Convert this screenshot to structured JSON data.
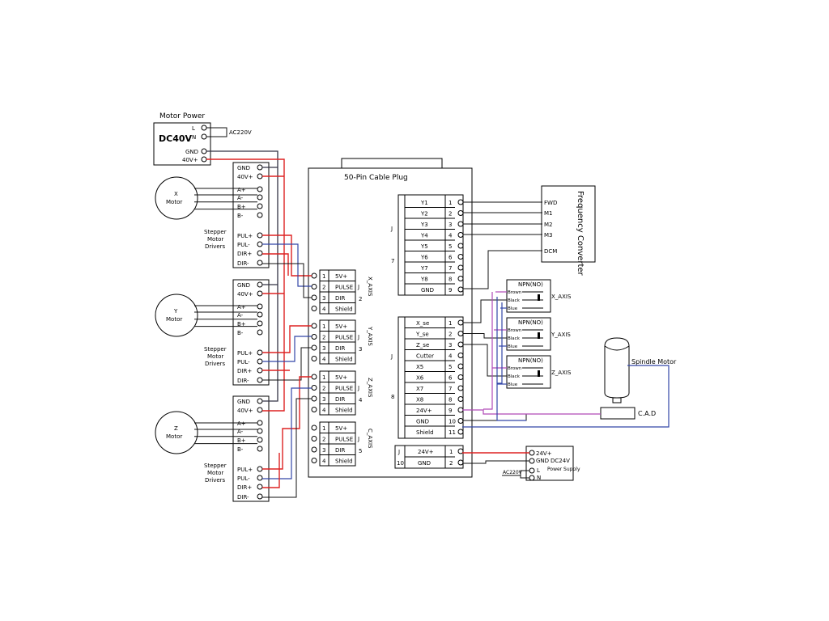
{
  "motor_power": {
    "title": "Motor Power",
    "supply": "DC40V",
    "terminals": [
      "L",
      "N",
      "GND",
      "40V+"
    ],
    "ac_label": "AC220V"
  },
  "drivers": [
    {
      "motor_line1": "X",
      "motor_line2": "Motor",
      "label_lines": [
        "Stepper",
        "Motor",
        "Drivers"
      ],
      "power_pins": [
        "GND",
        "40V+"
      ],
      "motor_pins": [
        "A+",
        "A-",
        "B+",
        "B-"
      ],
      "signal_pins": [
        "PUL+",
        "PUL-",
        "DIR+",
        "DIR-"
      ]
    },
    {
      "motor_line1": "Y",
      "motor_line2": "Motor",
      "label_lines": [
        "Stepper",
        "Motor",
        "Drivers"
      ],
      "power_pins": [
        "GND",
        "40V+"
      ],
      "motor_pins": [
        "A+",
        "A-",
        "B+",
        "B-"
      ],
      "signal_pins": [
        "PUL+",
        "PUL-",
        "DIR+",
        "DIR-"
      ]
    },
    {
      "motor_line1": "Z",
      "motor_line2": "Motor",
      "label_lines": [
        "Stepper",
        "Motor",
        "Drivers"
      ],
      "power_pins": [
        "GND",
        "40V+"
      ],
      "motor_pins": [
        "A+",
        "A-",
        "B+",
        "B-"
      ],
      "signal_pins": [
        "PUL+",
        "PUL-",
        "DIR+",
        "DIR-"
      ]
    }
  ],
  "plug": {
    "title": "50-Pin Cable Plug"
  },
  "axis_blocks": [
    {
      "j_label": "J",
      "j_num": "2",
      "axis": "X_AXIS",
      "numbers": [
        "1",
        "2",
        "3",
        "4"
      ],
      "pins": [
        "5V+",
        "PULSE",
        "DIR",
        "Shield"
      ]
    },
    {
      "j_label": "J",
      "j_num": "3",
      "axis": "Y_AXIS",
      "numbers": [
        "1",
        "2",
        "3",
        "4"
      ],
      "pins": [
        "5V+",
        "PULSE",
        "DIR",
        "Shield"
      ]
    },
    {
      "j_label": "J",
      "j_num": "4",
      "axis": "Z_AXIS",
      "numbers": [
        "1",
        "2",
        "3",
        "4"
      ],
      "pins": [
        "5V+",
        "PULSE",
        "DIR",
        "Shield"
      ]
    },
    {
      "j_label": "J",
      "j_num": "5",
      "axis": "C_AXIS",
      "numbers": [
        "1",
        "2",
        "3",
        "4"
      ],
      "pins": [
        "5V+",
        "PULSE",
        "DIR",
        "Shield"
      ]
    }
  ],
  "j7": {
    "j_label": "J",
    "j_num": "7",
    "pins": [
      "Y1",
      "Y2",
      "Y3",
      "Y4",
      "Y5",
      "Y6",
      "Y7",
      "Y8",
      "GND"
    ],
    "numbers": [
      "1",
      "2",
      "3",
      "4",
      "5",
      "6",
      "7",
      "8",
      "9"
    ]
  },
  "j8": {
    "j_label": "J",
    "j_num": "8",
    "pins": [
      "X_se",
      "Y_se",
      "Z_se",
      "Cutter",
      "X5",
      "X6",
      "X7",
      "X8",
      "24V+",
      "GND",
      "Shield"
    ],
    "numbers": [
      "1",
      "2",
      "3",
      "4",
      "5",
      "6",
      "7",
      "8",
      "9",
      "10",
      "11"
    ]
  },
  "j10": {
    "j_label": "J",
    "j_num": "10",
    "pins": [
      "24V+",
      "GND"
    ],
    "numbers": [
      "1",
      "2"
    ]
  },
  "freq_converter": {
    "title": "Frequency Converter",
    "pins": [
      "FWD",
      "M1",
      "M2",
      "M3",
      "DCM"
    ]
  },
  "sensors": [
    {
      "type": "NPN(NO)",
      "axis": "X_AXIS",
      "wires": [
        "Brown",
        "Black",
        "Blue"
      ]
    },
    {
      "type": "NPN(NO)",
      "axis": "Y_AXIS",
      "wires": [
        "Brown",
        "Black",
        "Blue"
      ]
    },
    {
      "type": "NPN(NO)",
      "axis": "Z_AXIS",
      "wires": [
        "Brown",
        "Black",
        "Blue"
      ]
    }
  ],
  "spindle": {
    "label": "Spindle Motor",
    "cad": "C.A.D"
  },
  "dc24_supply": {
    "pins": [
      "24V+",
      "GND"
    ],
    "label": "DC24V",
    "subtitle": "Power Supply",
    "ac_pins": [
      "L",
      "N"
    ],
    "ac_label": "AC220V"
  },
  "colors": {
    "red_wire": "#d22222",
    "blue_wire": "#3346a8",
    "purple_wire": "#b04ab8",
    "black_wire": "#111111"
  }
}
